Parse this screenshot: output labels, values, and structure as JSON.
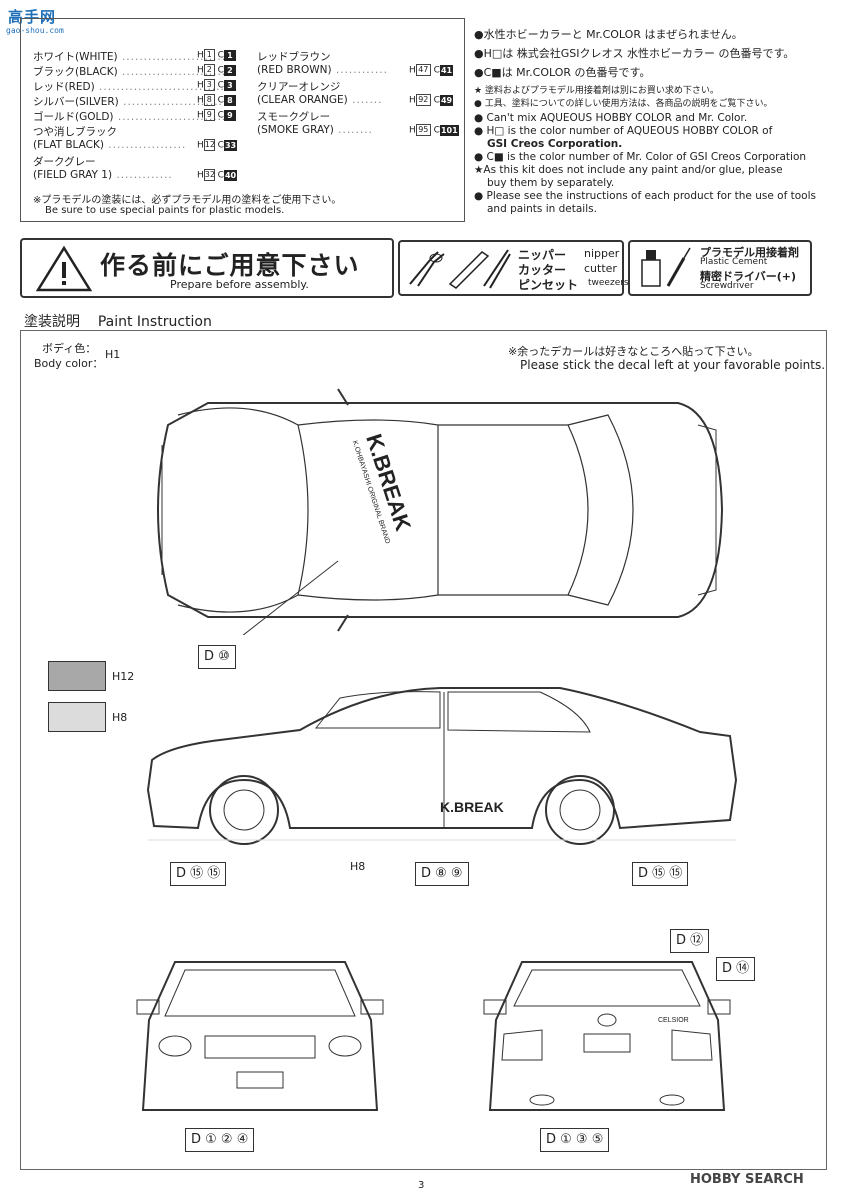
{
  "logo": {
    "text": "高手网",
    "subtext": "gao-shou.com"
  },
  "colors": [
    {
      "jp": "ホワイト(WHITE)",
      "h": "1",
      "c": "1"
    },
    {
      "jp": "ブラック(BLACK)",
      "h": "2",
      "c": "2"
    },
    {
      "jp": "レッド(RED)",
      "h": "3",
      "c": "3"
    },
    {
      "jp": "シルバー(SILVER)",
      "h": "8",
      "c": "8"
    },
    {
      "jp": "ゴールド(GOLD)",
      "h": "9",
      "c": "9"
    },
    {
      "jp": "つや消しブラック",
      "en": "(FLAT BLACK)",
      "h": "12",
      "c": "33"
    },
    {
      "jp": "ダークグレー",
      "en": "(FIELD GRAY 1)",
      "h": "32",
      "c": "40"
    }
  ],
  "colors_right": [
    {
      "jp": "レッドブラウン",
      "en": "(RED BROWN)",
      "h": "47",
      "c": "41"
    },
    {
      "jp": "クリアーオレンジ",
      "en": "(CLEAR ORANGE)",
      "h": "92",
      "c": "49"
    },
    {
      "jp": "スモークグレー",
      "en": "(SMOKE GRAY)",
      "h": "95",
      "c": "101"
    }
  ],
  "color_notes": {
    "jp": "※プラモデルの塗装には、必ずプラモデル用の塗料をご使用下さい。",
    "en": "Be sure to use special paints for plastic models."
  },
  "right_notes": {
    "l1": "●水性ホビーカラーと Mr.COLOR はまぜられません。",
    "l2": "●H□は 株式会社GSIクレオス 水性ホビーカラー の色番号です。",
    "l3": "●C■は Mr.COLOR の色番号です。",
    "l4": "★ 塗料およびプラモデル用接着剤は別にお買い求め下さい。",
    "l5": "● 工具、塗料についての詳しい使用方法は、各商品の説明をご覧下さい。",
    "l6": "● Can't mix AQUEOUS HOBBY COLOR and Mr. Color.",
    "l7": "● H□ is the color number of AQUEOUS HOBBY COLOR of",
    "l8": "GSI Creos Corporation.",
    "l9": "● C■ is the color number of Mr. Color of GSI Creos Corporation",
    "l10": "★As this kit does not include any paint and/or glue, please",
    "l11": "buy them by separately.",
    "l12": "● Please see the instructions of each product for the use of tools",
    "l13": "and paints in details."
  },
  "prepare": {
    "jp": "作る前にご用意下さい",
    "en": "Prepare before assembly."
  },
  "tools": {
    "nipper_jp": "ニッパー",
    "nipper_en": "nipper",
    "cutter_jp": "カッター",
    "cutter_en": "cutter",
    "tweezers_jp": "ピンセット",
    "tweezers_en": "tweezers",
    "cement_jp": "プラモデル用接着剤",
    "cement_en": "Plastic Cement",
    "driver_jp": "精密ドライバー(+)",
    "driver_en": "Screwdriver"
  },
  "paint_section": {
    "jp": "塗装説明",
    "en": "Paint Instruction"
  },
  "body_color": {
    "jp": "ボディ色：",
    "en": "Body color：",
    "code": "H1"
  },
  "decal_note": {
    "jp": "※余ったデカールは好きなところへ貼って下さい。",
    "en": "Please stick the decal left at your favorable points."
  },
  "swatches": [
    {
      "label": "H12",
      "color": "#a8a8a8"
    },
    {
      "label": "H8",
      "color": "#dcdcdc"
    }
  ],
  "callouts": {
    "top": "D ⑩",
    "side_left": "D ⑮ ⑮",
    "side_mid": "D ⑧ ⑨",
    "side_right": "D ⑮ ⑮",
    "side_h8": "H8",
    "rear_top": "D ⑫",
    "rear_right": "D ⑭",
    "front_bottom": "D ① ② ④",
    "rear_bottom": "D ① ③ ⑤"
  },
  "decal_text": {
    "top": "K.BREAK",
    "top_sub": "K.OHBAYASHI ORIGINAL BRAND",
    "side": "K.BREAK",
    "rear_badge": "CELSIOR"
  },
  "page_number": "3",
  "watermark": "HOBBY SEARCH"
}
